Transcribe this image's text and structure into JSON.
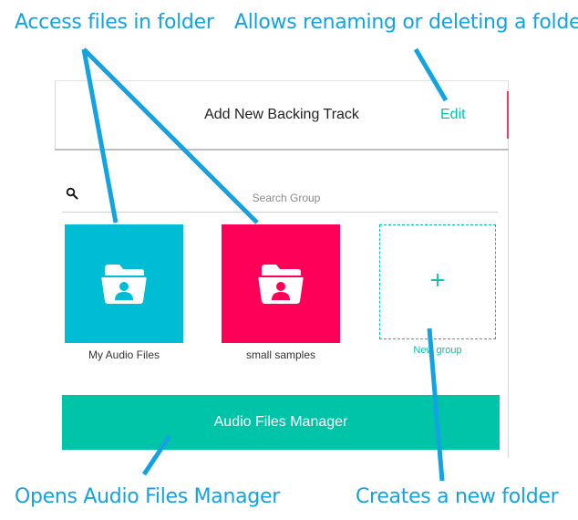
{
  "callouts": {
    "access": "Access files in folder",
    "edit": "Allows renaming or deleting a folder",
    "manager": "Opens Audio Files Manager",
    "new_folder": "Creates a new folder"
  },
  "header": {
    "title": "Add New Backing Track",
    "edit_label": "Edit"
  },
  "search": {
    "placeholder": "Search Group",
    "icon": "search-icon"
  },
  "groups": [
    {
      "label": "My Audio Files",
      "color": "#00bcd4",
      "icon": "folder-user-icon"
    },
    {
      "label": "small samples",
      "color": "#ff0058",
      "icon": "folder-user-icon"
    }
  ],
  "new_group": {
    "label": "New group",
    "icon": "plus-icon",
    "symbol": "+"
  },
  "manager_button": {
    "label": "Audio Files Manager"
  },
  "colors": {
    "accent": "#00c4a7",
    "callout": "#12a3e0"
  }
}
